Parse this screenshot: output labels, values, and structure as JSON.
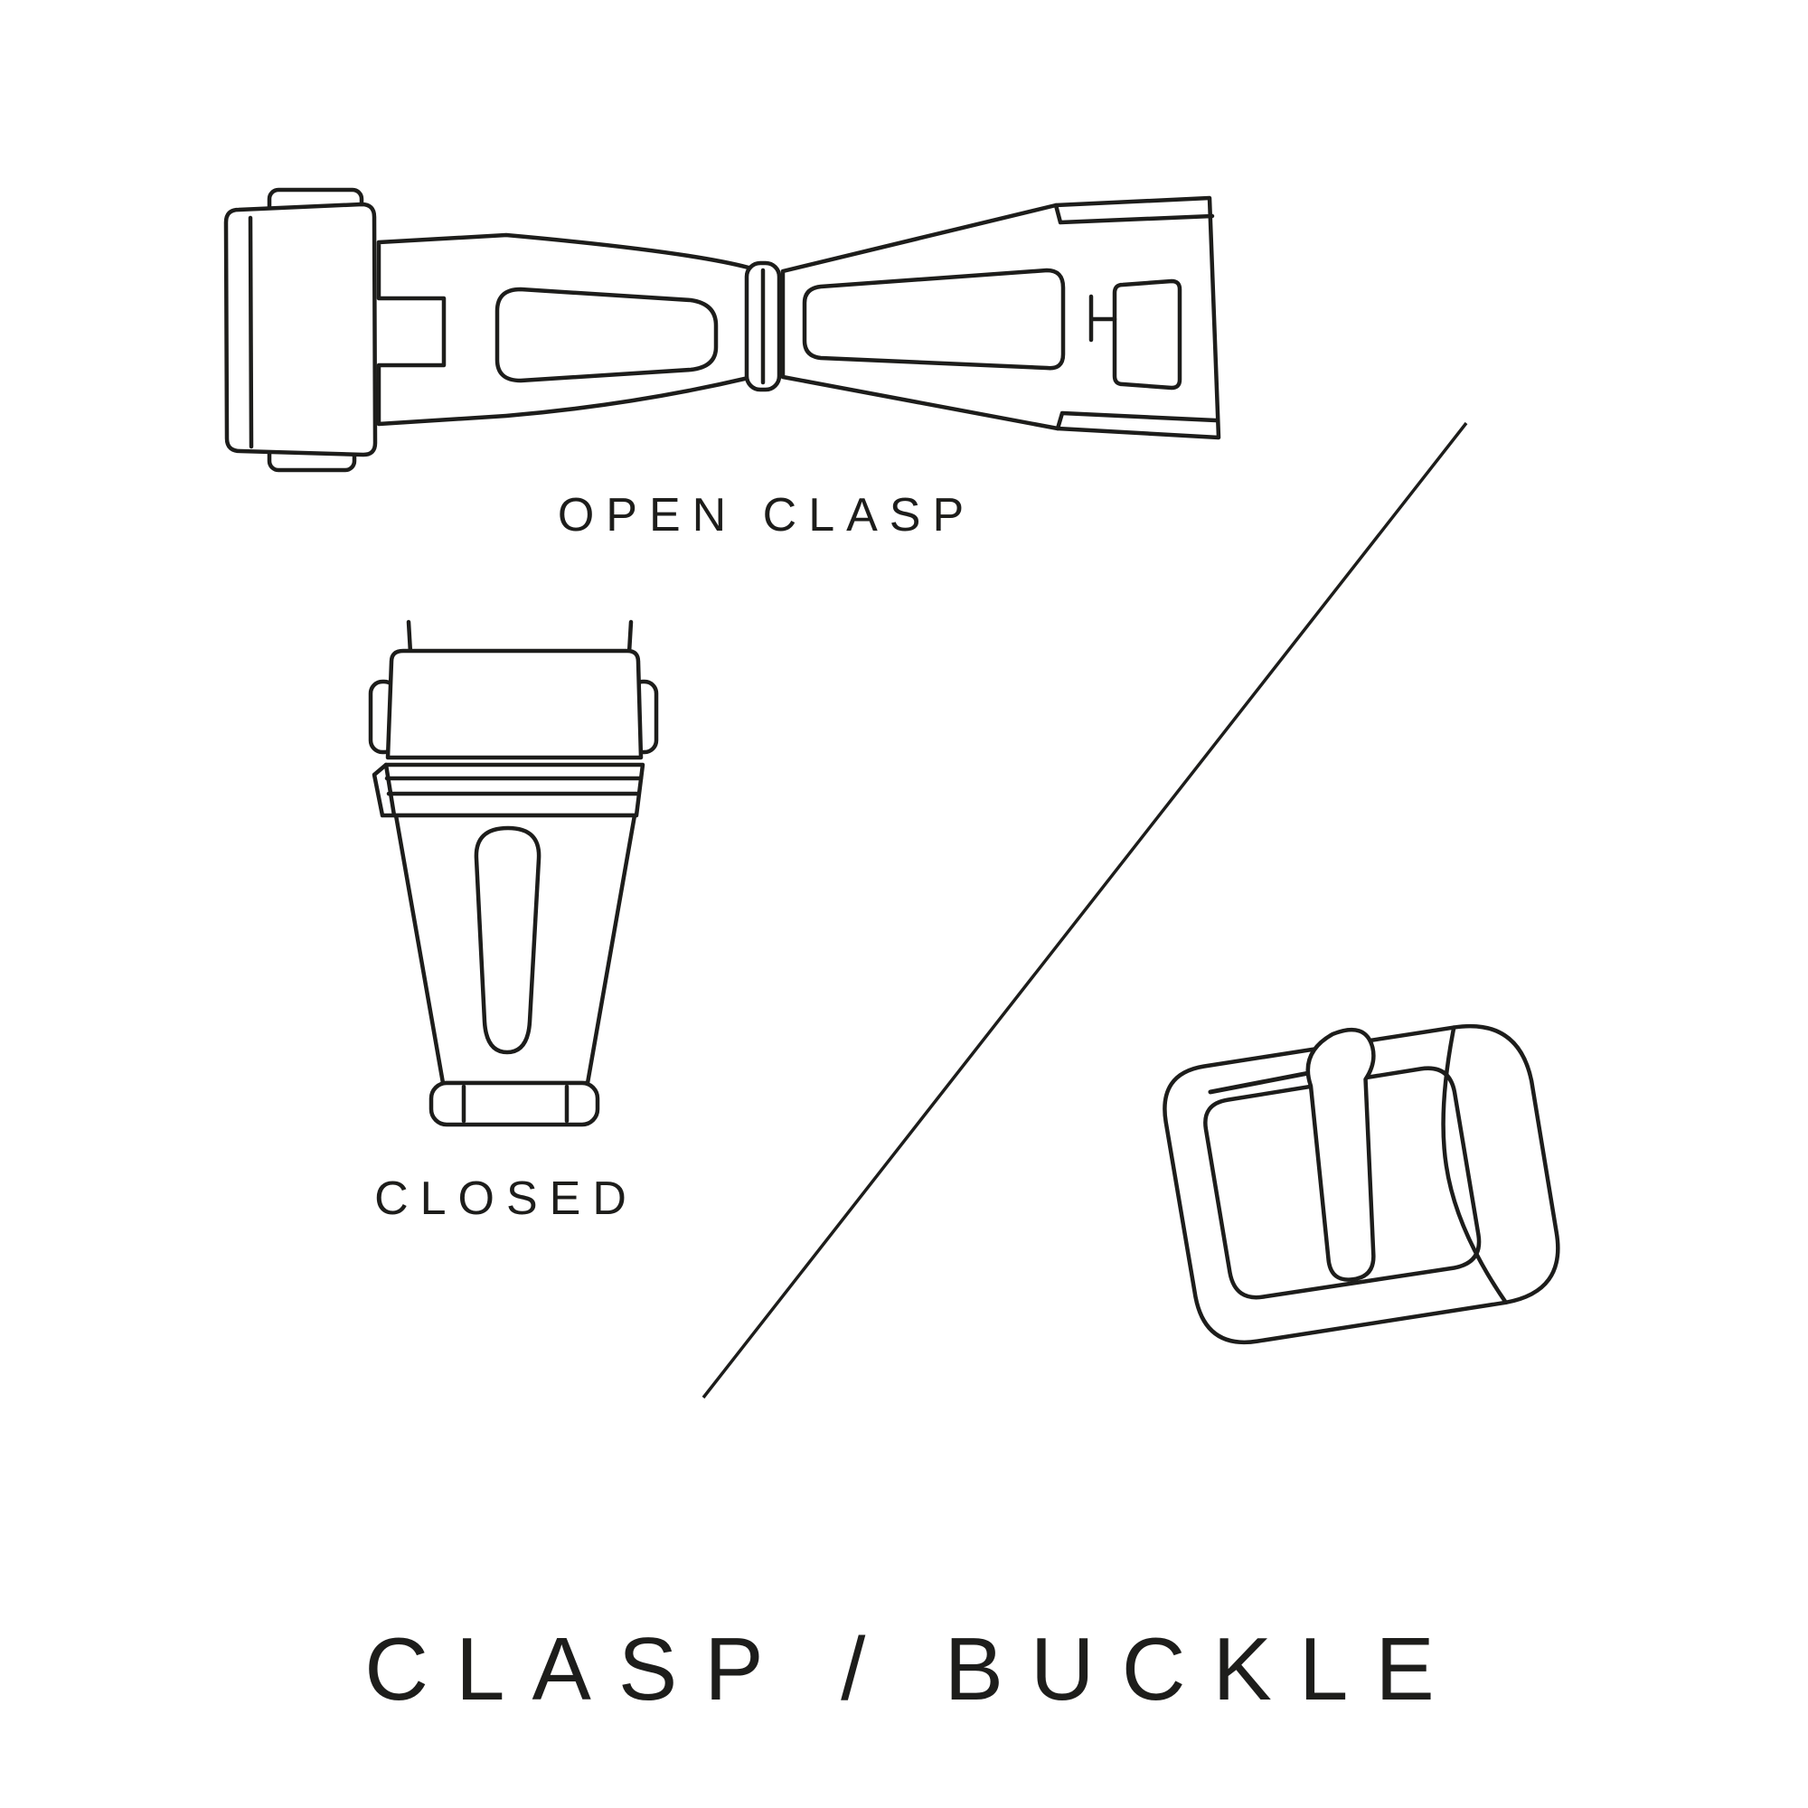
{
  "page": {
    "background_color": "#ffffff",
    "line_color": "#1d1d1b"
  },
  "labels": {
    "open_clasp": "OPEN CLASP",
    "closed": "CLOSED",
    "title": "CLASP / BUCKLE"
  },
  "illustrations": [
    {
      "name": "open-clasp-illustration",
      "description": "deployant watch clasp shown open, top view"
    },
    {
      "name": "closed-clasp-illustration",
      "description": "watch clasp shown closed, top view"
    },
    {
      "name": "tang-buckle-illustration",
      "description": "watch strap tang buckle with prong"
    },
    {
      "name": "divider-line",
      "description": "diagonal line separating clasp and buckle sections"
    }
  ]
}
